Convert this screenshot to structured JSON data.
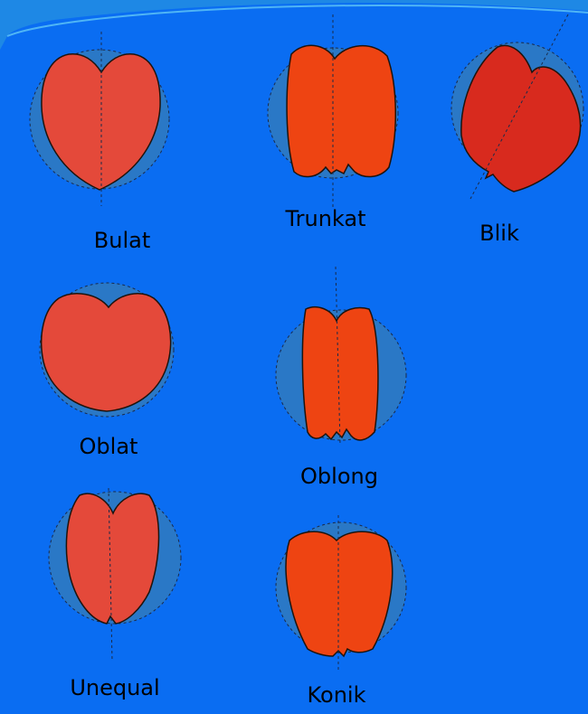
{
  "colors": {
    "background": "#0A6DF2",
    "top_band": "#1E88E5",
    "top_band_light": "#4FB5F5",
    "circle_fill": "#2A78C6",
    "circle_stroke": "#1A2B4A",
    "fruit_light": "#E4493A",
    "fruit_orange": "#EE4412",
    "fruit_dark": "#D82A1E",
    "outline": "#1E140E",
    "label_text": "#000000"
  },
  "shapes": [
    {
      "id": "bulat",
      "label": "Bulat",
      "fill": "fruit_light"
    },
    {
      "id": "trunkat",
      "label": "Trunkat",
      "fill": "fruit_orange"
    },
    {
      "id": "blik",
      "label": "Blik",
      "fill": "fruit_dark"
    },
    {
      "id": "oblat",
      "label": "Oblat",
      "fill": "fruit_light"
    },
    {
      "id": "oblong",
      "label": "Oblong",
      "fill": "fruit_orange"
    },
    {
      "id": "unequal",
      "label": "Unequal",
      "fill": "fruit_light"
    },
    {
      "id": "konik",
      "label": "Konik",
      "fill": "fruit_orange"
    }
  ]
}
